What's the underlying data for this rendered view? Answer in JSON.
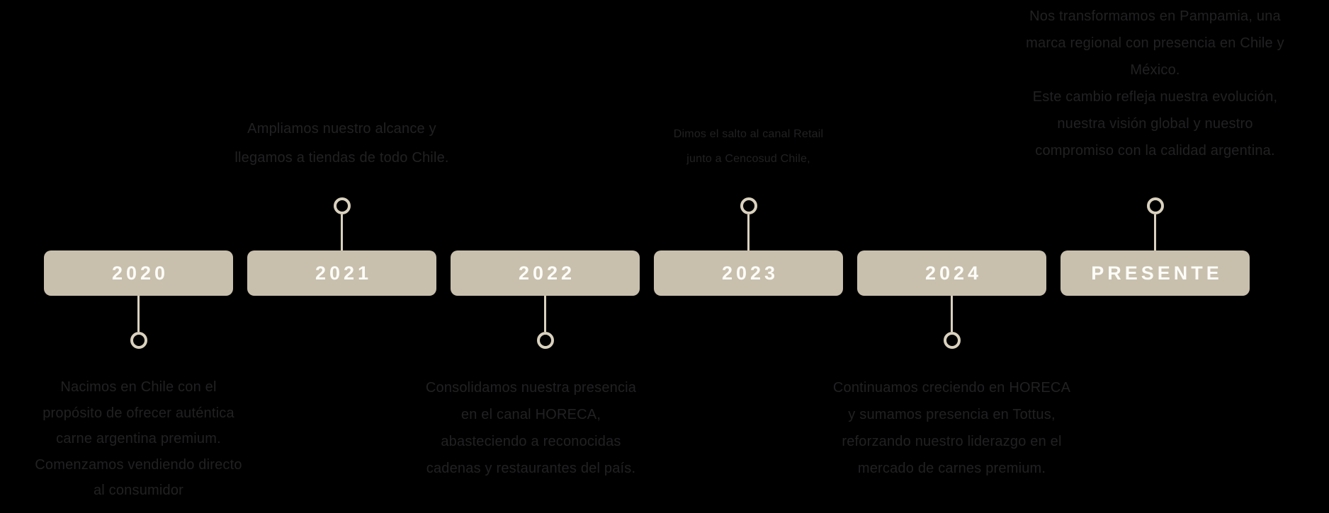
{
  "timeline": {
    "items": [
      {
        "year": "2020",
        "text_position": "below",
        "text": "Nacimos en Chile con el\npropósito de ofrecer auténtica\ncarne argentina premium.\nComenzamos vendiendo directo\nal consumidor"
      },
      {
        "year": "2021",
        "text_position": "above",
        "text": "Ampliamos nuestro alcance y\nllegamos a tiendas de todo Chile."
      },
      {
        "year": "2022",
        "text_position": "below",
        "text": "Consolidamos nuestra presencia\nen el canal HORECA,\nabasteciendo a reconocidas\ncadenas y restaurantes del país."
      },
      {
        "year": "2023",
        "text_position": "above",
        "text": "Dimos el salto al canal Retail\njunto a Cencosud Chile,"
      },
      {
        "year": "2024",
        "text_position": "below",
        "text": "Continuamos creciendo en HORECA\ny sumamos presencia en Tottus,\nreforzando nuestro liderazgo en el\nmercado de carnes premium."
      },
      {
        "year": "PRESENTE",
        "text_position": "above",
        "text": "Nos transformamos en Pampamia, una\nmarca regional con presencia en Chile y\nMéxico.\nEste cambio refleja nuestra evolución,\nnuestra visión global y nuestro\ncompromiso con la calidad argentina."
      }
    ],
    "colors": {
      "background": "#000000",
      "button": "#c8bfad",
      "button_text": "#fdfcf8",
      "connector": "#d9d1be",
      "paragraph_text": "#212123"
    }
  }
}
